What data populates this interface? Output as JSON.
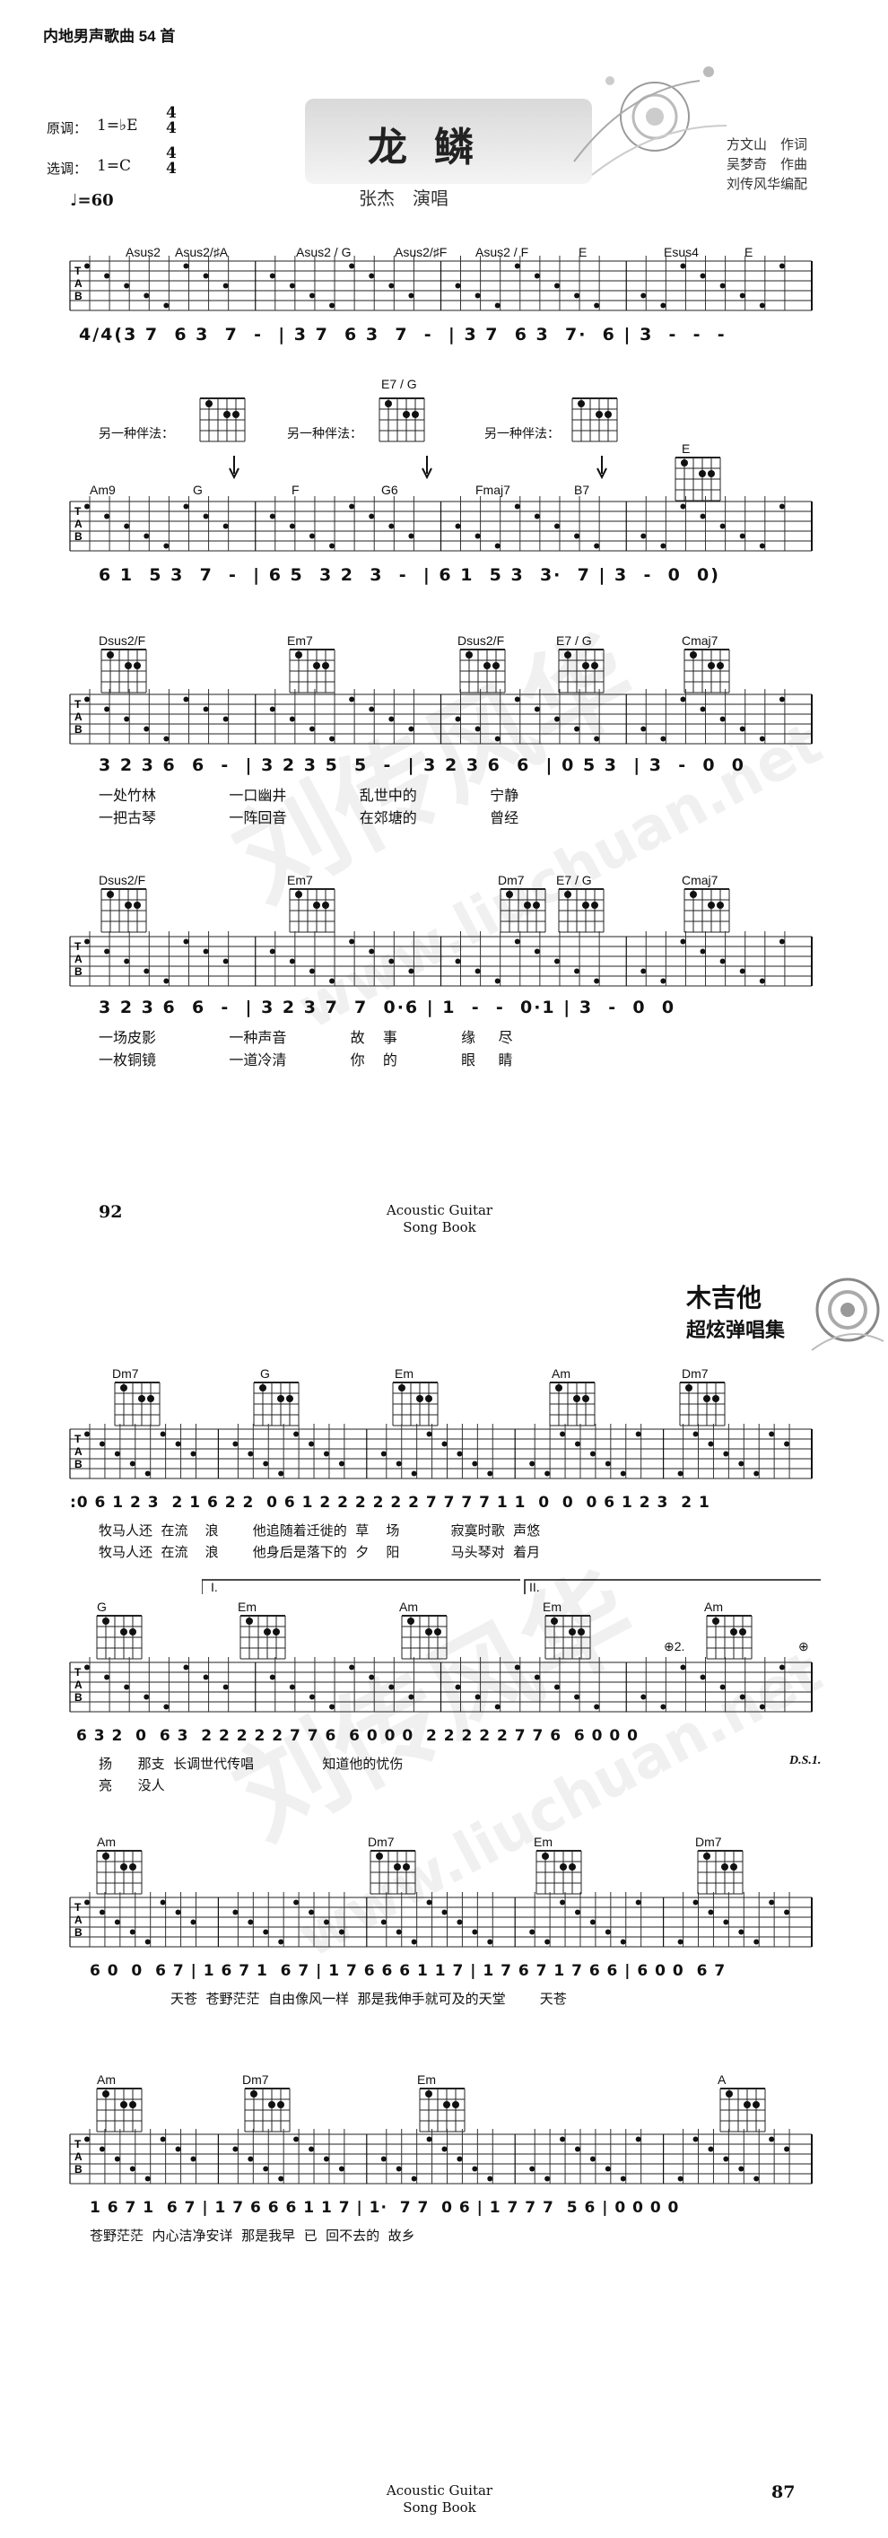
{
  "page1": {
    "series_label": "内地男声歌曲 54 首",
    "key_original_label": "原调：",
    "key_original": "1=♭E",
    "key_play_label": "选调：",
    "key_play": "1=C",
    "time_sig_top": "4",
    "time_sig_bottom": "4",
    "tempo": "♩=60",
    "title": "龙鳞",
    "singer": "张杰　演唱",
    "credits": [
      "方文山　作词",
      "吴梦奇　作曲",
      "刘传风华编配"
    ],
    "alt_pattern_label": "另一种伴法：",
    "systems": [
      {
        "chords": [
          "Asus2",
          "Asus2/♯A",
          "Asus2 / G",
          "Asus2/♯F",
          "Asus2 / F",
          "E",
          "Esus4",
          "E"
        ],
        "numbers": "4/4(3 7  6 3  7  -  | 3 7  6 3  7  -  | 3 7  6 3  7·  6 | 3  -  -  -",
        "lyrics": []
      },
      {
        "chords": [
          "Am9",
          "G",
          "F",
          "G6",
          "Fmaj7",
          "B7",
          "E7 / G",
          "E"
        ],
        "numbers": "6 1  5 3  7  -  | 6 5  3 2  3  -  | 6 1  5 3  3·  7 | 3  -  0  0)",
        "lyrics": []
      },
      {
        "chords": [
          "Dsus2/F",
          "Em7",
          "Dsus2/F",
          "E7 / G",
          "Cmaj7"
        ],
        "numbers": "3 2 3 6  6  -  | 3 2 3 5  5  -  | 3 2 3 6  6  | 0 5 3  | 3  -  0  0",
        "lyrics": [
          "一处竹林                一口幽井                乱世中的                宁静",
          "一把古琴                一阵回音                在郊塘的                曾经"
        ]
      },
      {
        "chords": [
          "Dsus2/F",
          "Em7",
          "Dm7",
          "E7 / G",
          "Cmaj7"
        ],
        "numbers": "3 2 3 6  6  -  | 3 2 3 7  7  0·6 | 1  -  -  0·1 | 3  -  0  0",
        "lyrics": [
          "一场皮影                一种声音              故    事              缘     尽",
          "一枚铜镜                一道冷清              你    的              眼     睛"
        ]
      }
    ],
    "footer_left_page": "92",
    "footer_title": "Acoustic Guitar",
    "footer_subtitle": "Song Book"
  },
  "page2": {
    "logo_main": "木吉他",
    "logo_sub": "超炫弹唱集",
    "volta_1": "I.",
    "volta_2": "II.",
    "coda_mark": "⊕2.",
    "coda_mark_2": "⊕",
    "ds_mark": "D.S.1.",
    "systems": [
      {
        "chords": [
          "Dm7",
          "G",
          "Em",
          "Am",
          "Dm7"
        ],
        "numbers": ":0 6 1 2 3  2 1 6 2 2  0 6 1 2 2 2 2 2 2 7 7 7 7 1 1  0  0  0 6 1 2 3  2 1",
        "lyrics": [
          "牧马人还  在流    浪        他追随着迁徙的  草    场            寂寞时歌  声悠",
          "牧马人还  在流    浪        他身后是落下的  夕    阳            马头琴对  着月"
        ]
      },
      {
        "chords": [
          "G",
          "Em",
          "Am",
          "Em",
          "Am"
        ],
        "numbers": "6 3 2  0  6 3  2 2 2 2 2 7 7 6  6 0 0 0  2 2 2 2 2 7 7 6  6 0 0 0",
        "lyrics": [
          "扬      那支  长调世代传唱                知道他的忧伤",
          "亮      没人"
        ]
      },
      {
        "chords": [
          "Am",
          "Dm7",
          "Em",
          "Dm7"
        ],
        "numbers": "6 0  0  6 7 | 1 6 7 1  6 7 | 1 7 6 6 6 1 1 7 | 1 7 6 7 1 7 6 6 | 6 0 0  6 7",
        "lyrics": [
          "天苍  苍野茫茫  自由像风一样  那是我伸手就可及的天堂        天苍"
        ]
      },
      {
        "chords": [
          "Am",
          "Dm7",
          "Em",
          "A"
        ],
        "numbers": "1 6 7 1  6 7 | 1 7 6 6 6 1 1 7 | 1·  7 7  0 6 | 1 7 7 7  5 6 | 0 0 0 0",
        "lyrics": [
          "苍野茫茫  内心洁净安详  那是我早  已  回不去的  故乡"
        ]
      }
    ],
    "footer_title": "Acoustic Guitar",
    "footer_subtitle": "Song Book",
    "footer_right_page": "87"
  }
}
